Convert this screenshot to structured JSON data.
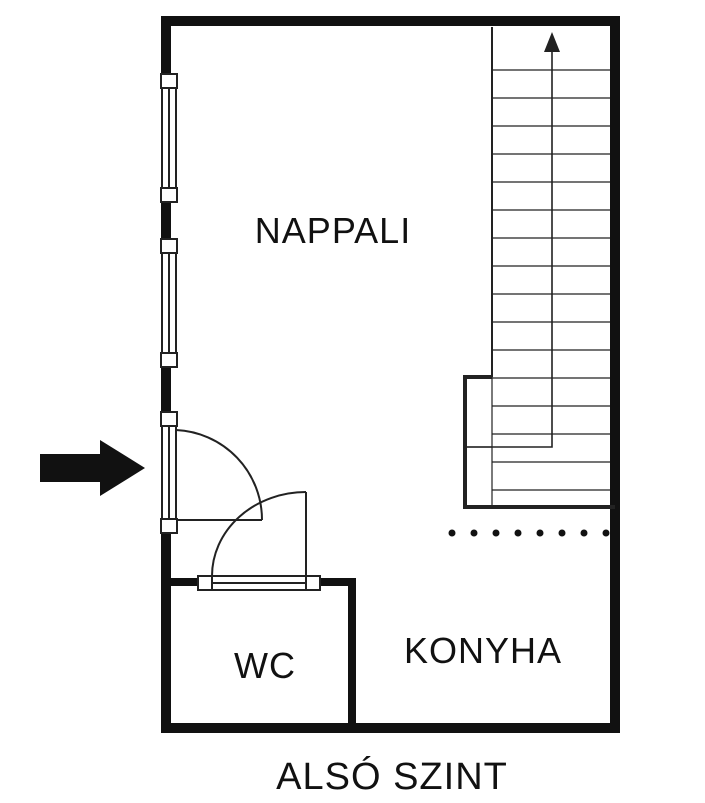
{
  "rooms": {
    "living": "NAPPALI",
    "wc": "WC",
    "kitchen": "KONYHA"
  },
  "floor_label": "ALSÓ SZINT",
  "colors": {
    "wall": "#111111",
    "line": "#222222",
    "background": "#ffffff"
  },
  "icons": {
    "entrance": "entrance-arrow-icon",
    "stair_direction": "stair-up-arrow-icon"
  }
}
